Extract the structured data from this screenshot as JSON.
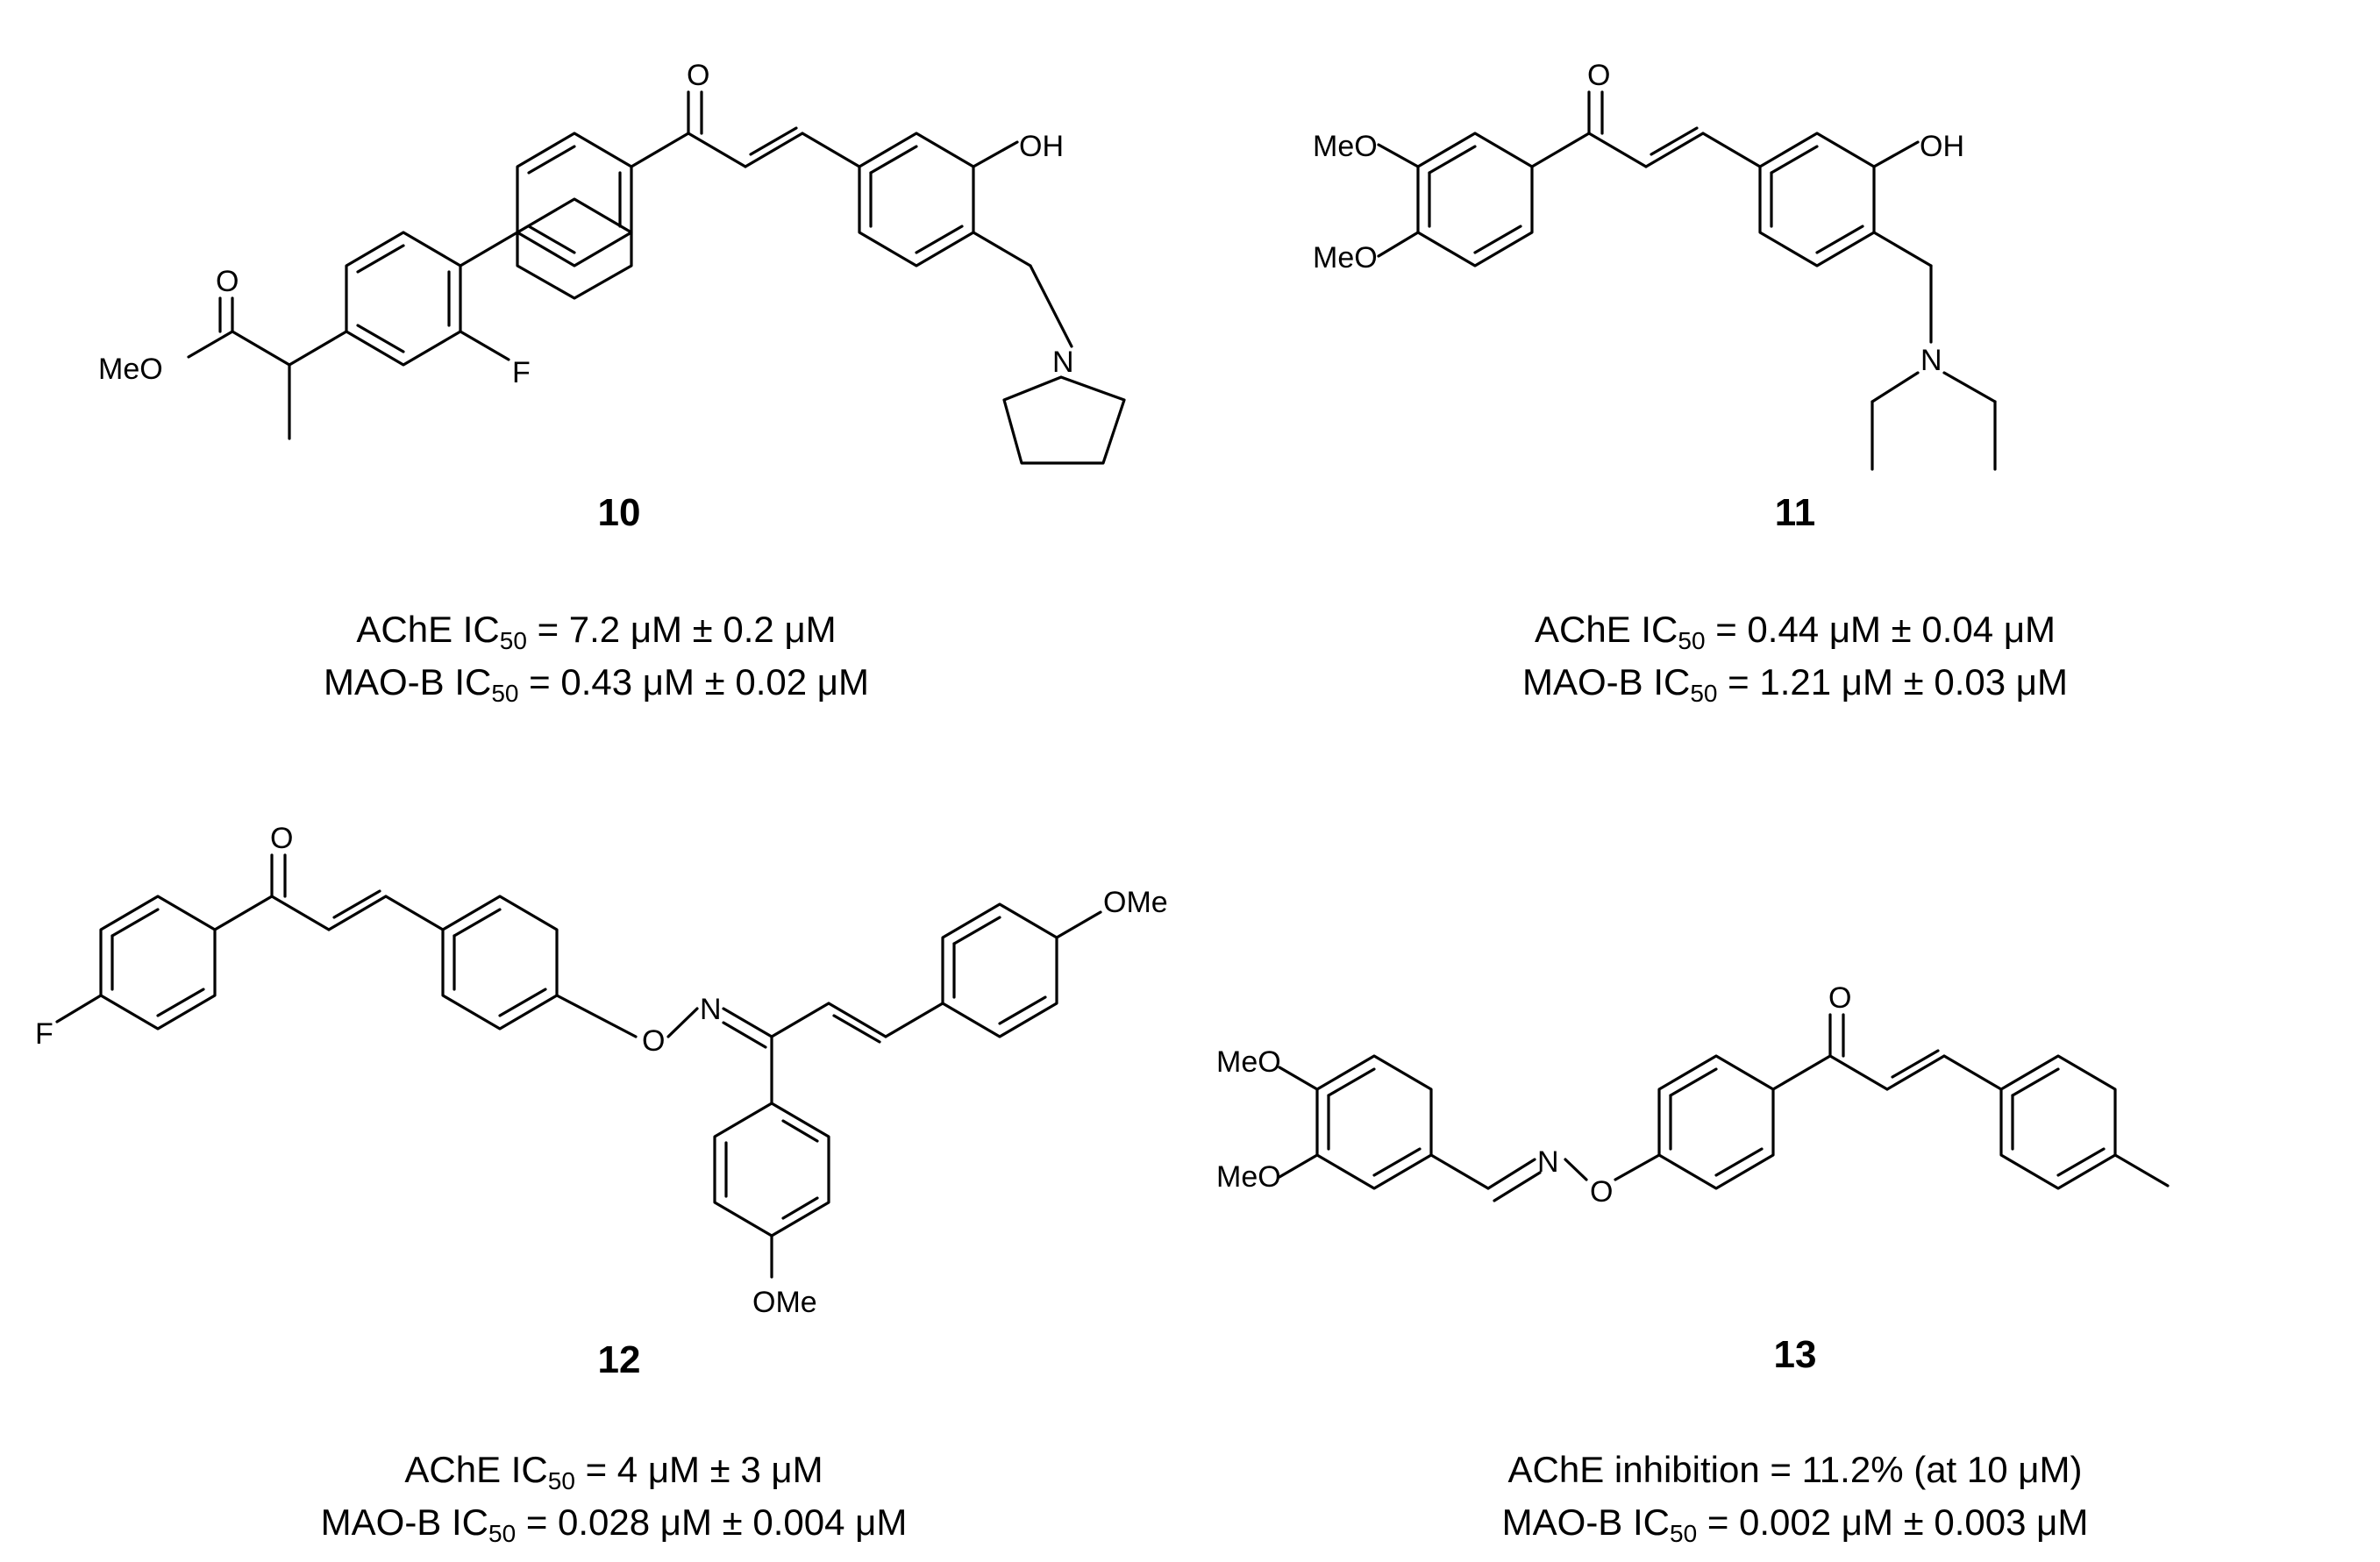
{
  "compounds": [
    {
      "id": "10",
      "labels": {
        "oxo": "O",
        "hydroxy": "OH",
        "nitrogen": "N",
        "fluoro": "F",
        "ester_oxo": "O",
        "methoxy_ester": "MeO"
      },
      "assays": [
        {
          "prefix": "AChE IC",
          "sub": "50",
          "rest": " = 7.2 μM ± 0.2 μM"
        },
        {
          "prefix": "MAO-B IC",
          "sub": "50",
          "rest": " = 0.43 μM ± 0.02 μM"
        }
      ]
    },
    {
      "id": "11",
      "labels": {
        "oxo": "O",
        "hydroxy": "OH",
        "nitrogen": "N",
        "methoxy_top": "MeO",
        "methoxy_bottom": "MeO"
      },
      "assays": [
        {
          "prefix": "AChE IC",
          "sub": "50",
          "rest": " = 0.44 μM ± 0.04 μM"
        },
        {
          "prefix": "MAO-B IC",
          "sub": "50",
          "rest": " = 1.21 μM ± 0.03 μM"
        }
      ]
    },
    {
      "id": "12",
      "labels": {
        "oxo": "O",
        "fluoro": "F",
        "oxime_oxygen": "O",
        "oxime_nitrogen": "N",
        "methoxy_right": "OMe",
        "methoxy_bottom": "OMe"
      },
      "assays": [
        {
          "prefix": "AChE IC",
          "sub": "50",
          "rest": " = 4 μM ± 3 μM"
        },
        {
          "prefix": "MAO-B IC",
          "sub": "50",
          "rest": " = 0.028 μM ± 0.004 μM"
        }
      ]
    },
    {
      "id": "13",
      "labels": {
        "oxo": "O",
        "oxime_nitrogen": "N",
        "oxime_oxygen": "O",
        "methoxy_top": "MeO",
        "methoxy_bottom": "MeO"
      },
      "assays": [
        {
          "prefix": "AChE inhibition = 11.2% (at 10 μM)",
          "sub": "",
          "rest": ""
        },
        {
          "prefix": "MAO-B IC",
          "sub": "50",
          "rest": " = 0.002 μM ± 0.003 μM"
        }
      ]
    }
  ]
}
